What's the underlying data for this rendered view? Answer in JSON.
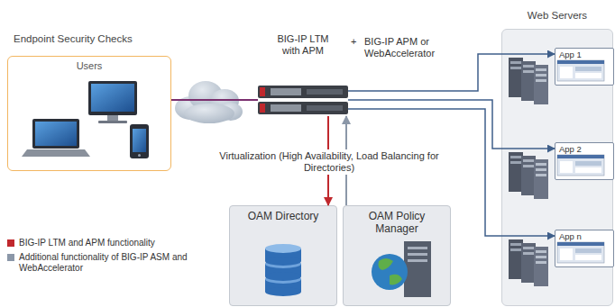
{
  "diagram": {
    "nodes": [
      {
        "text": [
          "Endpoint Security Checks",
          "Users"
        ]
      },
      {
        "text": [
          "BIG-IP LTM with APM"
        ]
      },
      {
        "text": [
          "Web Servers"
        ]
      },
      {
        "text": [
          "App 1"
        ],
        "in": 2
      },
      {
        "text": [
          "App 2"
        ],
        "in": 2
      },
      {
        "text": [
          "App n"
        ],
        "in": 2
      },
      {
        "text": [
          "OAM Directory"
        ]
      },
      {
        "text": [
          "OAM Policy Manager"
        ]
      }
    ],
    "edges": [
      {
        "from": 0,
        "to": 1,
        "arrow": "none"
      },
      {
        "from": 1,
        "to": 3,
        "arrow": "to"
      },
      {
        "from": 1,
        "to": 4,
        "arrow": "to"
      },
      {
        "from": 1,
        "to": 5,
        "arrow": "to"
      },
      {
        "from": 1,
        "to": 6,
        "arrow": "to"
      },
      {
        "from": 7,
        "to": 1,
        "arrow": "to"
      }
    ],
    "labels": [
      "+",
      "BIG-IP APM or WebAccelerator",
      "Virtualization (High Availability, Load Balancing for Directories)"
    ],
    "legend": [
      {
        "text": "BIG-IP LTM and APM functionality",
        "color": "#c0282d"
      },
      {
        "text": "Additional functionality of BIG-IP ASM and WebAccelerator",
        "color": "#8b97a8"
      }
    ]
  }
}
